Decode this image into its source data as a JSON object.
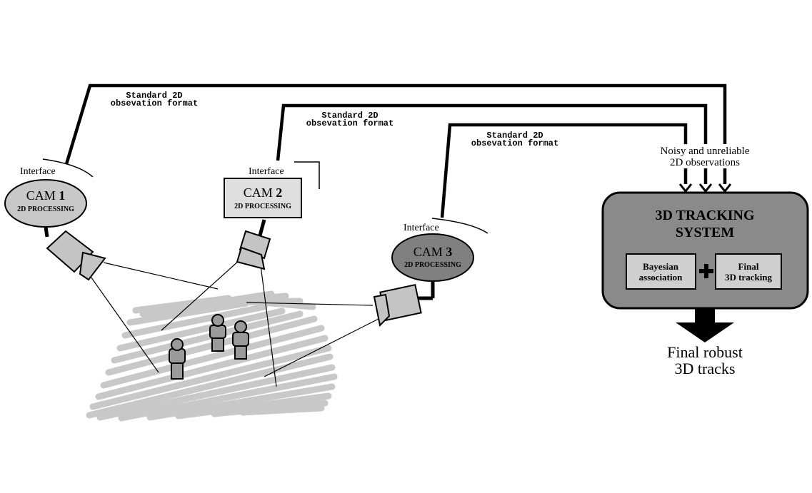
{
  "colors": {
    "floor": "#c8c8c8",
    "camera_body": "#c4c4c4",
    "cam1_fill": "#c8c8c8",
    "cam2_fill": "#dedede",
    "cam3_fill": "#808080",
    "system_fill": "#8a8a8a",
    "inner_box_fill": "#cfcfcf",
    "person_fill": "#9a9a9a",
    "stroke": "#000000"
  },
  "links": [
    {
      "label_line1": "Standard 2D",
      "label_line2": "obsevation format"
    },
    {
      "label_line1": "Standard 2D",
      "label_line2": "obsevation format"
    },
    {
      "label_line1": "Standard 2D",
      "label_line2": "obsevation format"
    }
  ],
  "cameras": [
    {
      "interface_label": "Interface",
      "name": "CAM",
      "number": "1",
      "processing": "2D PROCESSING"
    },
    {
      "interface_label": "Interface",
      "name": "CAM",
      "number": "2",
      "processing": "2D PROCESSING"
    },
    {
      "interface_label": "Interface",
      "name": "CAM",
      "number": "3",
      "processing": "2D PROCESSING"
    }
  ],
  "observations_note": {
    "line1": "Noisy and unreliable",
    "line2": "2D observations"
  },
  "system": {
    "title_line1": "3D TRACKING",
    "title_line2": "SYSTEM",
    "box_left_line1": "Bayesian",
    "box_left_line2": "association",
    "box_right_line1": "Final",
    "box_right_line2": "3D tracking",
    "plus_icon": "plus-icon"
  },
  "output": {
    "line1": "Final robust",
    "line2": "3D tracks"
  }
}
